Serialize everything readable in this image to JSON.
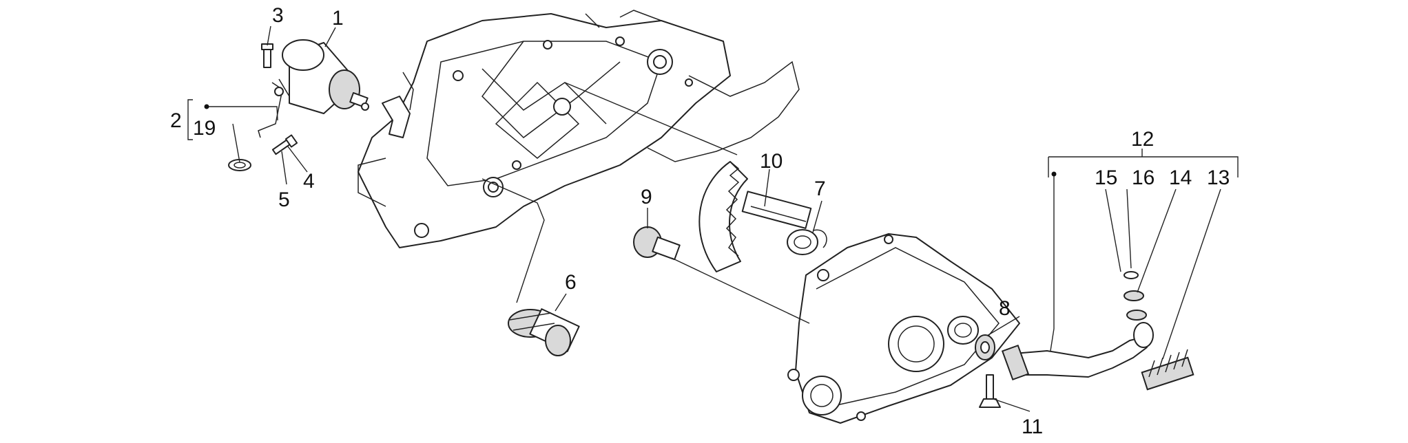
{
  "callouts": {
    "c1": "1",
    "c2": "2",
    "c3": "3",
    "c4": "4",
    "c5": "5",
    "c6": "6",
    "c7": "7",
    "c8": "8",
    "c9": "9",
    "c10": "10",
    "c11": "11",
    "c12": "12",
    "c13": "13",
    "c14": "14",
    "c15": "15",
    "c16": "16",
    "c19": "19"
  }
}
